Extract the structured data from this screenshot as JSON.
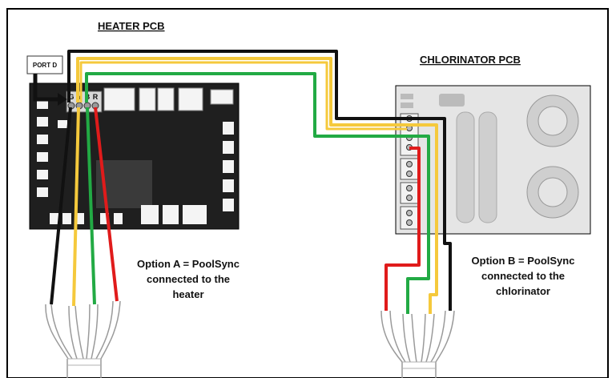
{
  "heater_label": "HEATER PCB",
  "chlorinator_label": "CHLORINATOR PCB",
  "port_label": "PORT D",
  "pins": [
    "G",
    "Y",
    "B",
    "R"
  ],
  "option_a": [
    "Option A = PoolSync",
    "connected to the",
    "heater"
  ],
  "option_b": [
    "Option B = PoolSync",
    "connected to the",
    "chlorinator"
  ],
  "colors": {
    "black_wire": "#111111",
    "yellow_wire": "#f5c93c",
    "green_wire": "#22aa44",
    "red_wire": "#e01b1b",
    "pcb": "#1e1e1e",
    "chlorinator_pcb": "#e4e4e4"
  }
}
